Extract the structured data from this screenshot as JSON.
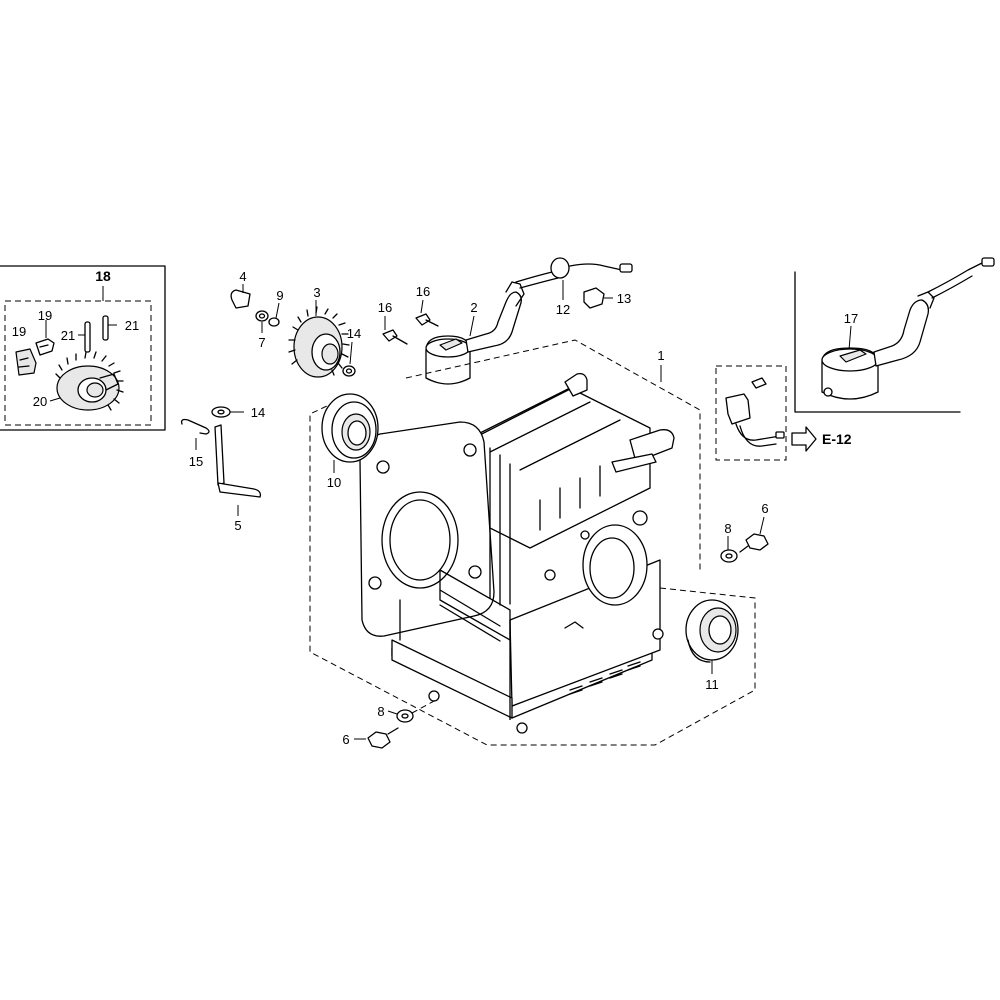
{
  "diagram": {
    "callouts": [
      {
        "id": "c18",
        "text": "18"
      },
      {
        "id": "c19a",
        "text": "19"
      },
      {
        "id": "c19b",
        "text": "19"
      },
      {
        "id": "c21a",
        "text": "21"
      },
      {
        "id": "c21b",
        "text": "21"
      },
      {
        "id": "c20",
        "text": "20"
      },
      {
        "id": "c4",
        "text": "4"
      },
      {
        "id": "c9",
        "text": "9"
      },
      {
        "id": "c7",
        "text": "7"
      },
      {
        "id": "c3",
        "text": "3"
      },
      {
        "id": "c14a",
        "text": "14"
      },
      {
        "id": "c14b",
        "text": "14"
      },
      {
        "id": "c15",
        "text": "15"
      },
      {
        "id": "c5",
        "text": "5"
      },
      {
        "id": "c16a",
        "text": "16"
      },
      {
        "id": "c16b",
        "text": "16"
      },
      {
        "id": "c2",
        "text": "2"
      },
      {
        "id": "c12",
        "text": "12"
      },
      {
        "id": "c13",
        "text": "13"
      },
      {
        "id": "c1",
        "text": "1"
      },
      {
        "id": "c10",
        "text": "10"
      },
      {
        "id": "c17",
        "text": "17"
      },
      {
        "id": "c8a",
        "text": "8"
      },
      {
        "id": "c6a",
        "text": "6"
      },
      {
        "id": "c11",
        "text": "11"
      },
      {
        "id": "c8b",
        "text": "8"
      },
      {
        "id": "c6b",
        "text": "6"
      }
    ],
    "reference": "E-12"
  }
}
